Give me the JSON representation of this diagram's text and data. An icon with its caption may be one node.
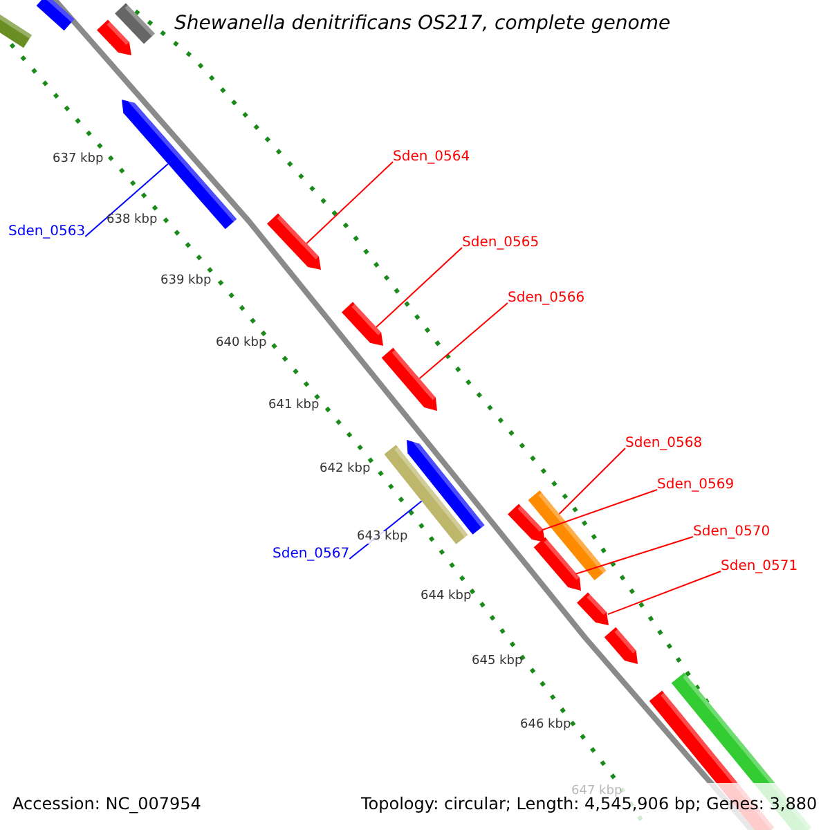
{
  "diagram": {
    "title": "Shewanella denitrificans OS217, complete genome",
    "nodes": [
      {
        "text": [],
        "shape": "bar"
      },
      {
        "text": [],
        "shape": "bar"
      },
      {
        "text": [],
        "shape": "bar"
      },
      {
        "text": [],
        "shape": "arrow"
      },
      {
        "text": [],
        "shape": "arrow"
      },
      {
        "text": [],
        "shape": "arrow"
      },
      {
        "text": [],
        "shape": "arrow"
      },
      {
        "text": [],
        "shape": "arrow"
      },
      {
        "text": [],
        "shape": "bar"
      },
      {
        "text": [],
        "shape": "arrow"
      },
      {
        "text": [],
        "shape": "arrow"
      },
      {
        "text": [],
        "shape": "bar"
      },
      {
        "text": [],
        "shape": "arrow"
      },
      {
        "text": [],
        "shape": "arrow"
      },
      {
        "text": [],
        "shape": "arrow"
      },
      {
        "text": [],
        "shape": "bar"
      },
      {
        "text": [],
        "shape": "bar"
      },
      {
        "text": [
          "Sden_0563"
        ]
      },
      {
        "text": [
          "Sden_0564"
        ]
      },
      {
        "text": [
          "Sden_0565"
        ]
      },
      {
        "text": [
          "Sden_0566"
        ]
      },
      {
        "text": [
          "Sden_0567"
        ]
      },
      {
        "text": [
          "Sden_0568"
        ]
      },
      {
        "text": [
          "Sden_0569"
        ]
      },
      {
        "text": [
          "Sden_0570"
        ]
      },
      {
        "text": [
          "Sden_0571"
        ]
      }
    ],
    "edges": [
      {
        "from": 17,
        "to": 4,
        "arrow": "none",
        "color": "#0000ff"
      },
      {
        "from": 18,
        "to": 5,
        "arrow": "none"
      },
      {
        "from": 19,
        "to": 6,
        "arrow": "none"
      },
      {
        "from": 20,
        "to": 7,
        "arrow": "none"
      },
      {
        "from": 21,
        "to": 8,
        "arrow": "none",
        "color": "#0000ff"
      },
      {
        "from": 22,
        "to": 11,
        "arrow": "none"
      },
      {
        "from": 23,
        "to": 10,
        "arrow": "none"
      },
      {
        "from": 24,
        "to": 12,
        "arrow": "none"
      },
      {
        "from": 25,
        "to": 13,
        "arrow": "none"
      }
    ],
    "labels": [
      "637 kbp",
      "638 kbp",
      "639 kbp",
      "640 kbp",
      "641 kbp",
      "642 kbp",
      "643 kbp",
      "644 kbp",
      "645 kbp",
      "646 kbp",
      "647 kbp",
      "Accession: NC_007954",
      "Topology: circular; Length: 4,545,906 bp; Genes: 3,880"
    ]
  }
}
